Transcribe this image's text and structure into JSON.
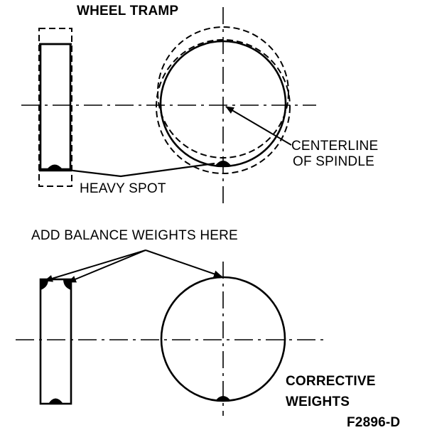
{
  "title": "WHEEL TRAMP",
  "labels": {
    "centerline_line1": "CENTERLINE",
    "centerline_line2": "OF SPINDLE",
    "heavy_spot": "HEAVY SPOT",
    "add_weights": "ADD BALANCE WEIGHTS HERE",
    "corrective_line1": "CORRECTIVE",
    "corrective_line2": "WEIGHTS",
    "figure_id": "F2896-D"
  }
}
